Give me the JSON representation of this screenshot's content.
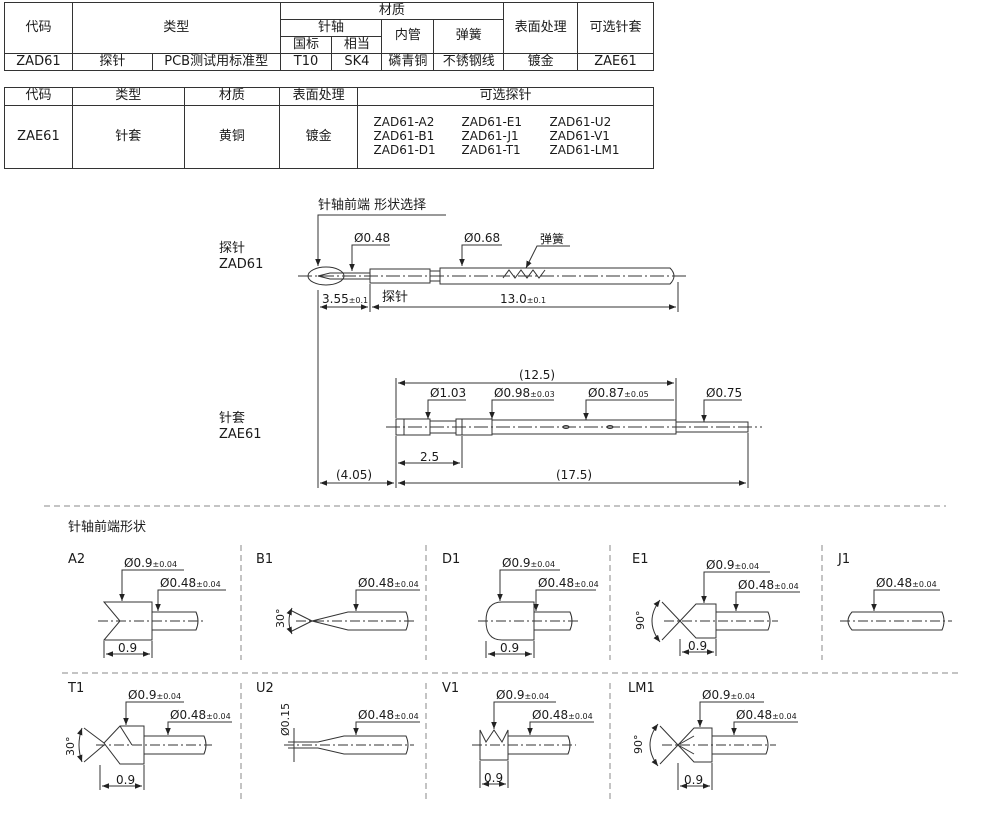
{
  "table1": {
    "h_code": "代码",
    "h_type": "类型",
    "h_material": "材质",
    "h_shaft": "针轴",
    "h_cn": "国标",
    "h_eq": "相当",
    "h_tube": "内管",
    "h_spring": "弹簧",
    "h_surface": "表面处理",
    "h_socket": "可选针套",
    "row": {
      "code": "ZAD61",
      "type1": "探针",
      "type2": "PCB测试用标准型",
      "cn": "T10",
      "eq": "SK4",
      "tube": "磷青铜",
      "spring": "不锈钢线",
      "surface": "镀金",
      "socket": "ZAE61"
    }
  },
  "table2": {
    "h_code": "代码",
    "h_type": "类型",
    "h_material": "材质",
    "h_surface": "表面处理",
    "h_probes": "可选探针",
    "row": {
      "code": "ZAE61",
      "type": "针套",
      "material": "黄铜",
      "surface": "镀金",
      "probes": [
        [
          "ZAD61-A2",
          "ZAD61-E1",
          "ZAD61-U2"
        ],
        [
          "ZAD61-B1",
          "ZAD61-J1",
          "ZAD61-V1"
        ],
        [
          "ZAD61-D1",
          "ZAD61-T1",
          "ZAD61-LM1"
        ]
      ]
    }
  },
  "drawing": {
    "tip_select": "针轴前端 形状选择",
    "probe_label": "探针",
    "probe_code": "ZAD61",
    "d048": "Ø0.48",
    "d068": "Ø0.68",
    "spring": "弹簧",
    "len355": "3.55",
    "tol355": "±0.1",
    "probe_inline": "探针",
    "len13": "13.0",
    "tol13": "±0.1",
    "socket_label": "针套",
    "socket_code": "ZAE61",
    "len125": "(12.5)",
    "d103": "Ø1.03",
    "d098": "Ø0.98",
    "tol098": "±0.03",
    "d087": "Ø0.87",
    "tol087": "±0.05",
    "d075": "Ø0.75",
    "len25": "2.5",
    "len405": "(4.05)",
    "len175": "(17.5)"
  },
  "tips": {
    "section_title": "针轴前端形状",
    "dia09": "Ø0.9",
    "dia048": "Ø0.48",
    "tol004": "±0.04",
    "len09": "0.9",
    "a30": "30°",
    "a90": "90°",
    "u2_dim": "Ø0.15",
    "labels": {
      "A2": "A2",
      "B1": "B1",
      "D1": "D1",
      "E1": "E1",
      "J1": "J1",
      "T1": "T1",
      "U2": "U2",
      "V1": "V1",
      "LM1": "LM1"
    }
  }
}
